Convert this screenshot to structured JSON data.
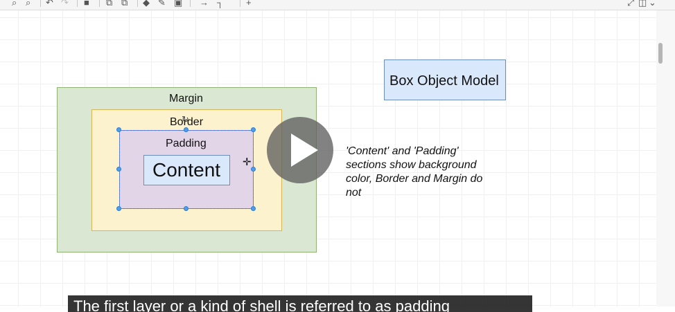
{
  "toolbar": {
    "icons": [
      "zoom-in-icon",
      "zoom-out-icon",
      "undo-icon",
      "redo-icon",
      "delete-icon",
      "to-front-icon",
      "to-back-icon",
      "fill-color-icon",
      "line-color-icon",
      "shadow-icon",
      "connection-icon",
      "waypoints-icon",
      "insert-icon",
      "fullscreen-icon",
      "format-panel-icon",
      "collapse-icon"
    ]
  },
  "diagram": {
    "margin_label": "Margin",
    "border_label": "Border",
    "padding_label": "Padding",
    "content_label": "Content",
    "title": "Box Object Model",
    "note": "'Content' and 'Padding' sections show background color, Border and Margin do not",
    "colors": {
      "margin_fill": "#dae8d3",
      "margin_stroke": "#8fb373",
      "border_fill": "#fcf2cd",
      "border_stroke": "#d6b656",
      "padding_fill": "#e1d5e7",
      "padding_stroke": "#9673a6",
      "content_fill": "#dae8fc",
      "content_stroke": "#6c8ebf"
    }
  },
  "video": {
    "subtitle": "The first layer or a kind of shell is referred to as padding"
  }
}
